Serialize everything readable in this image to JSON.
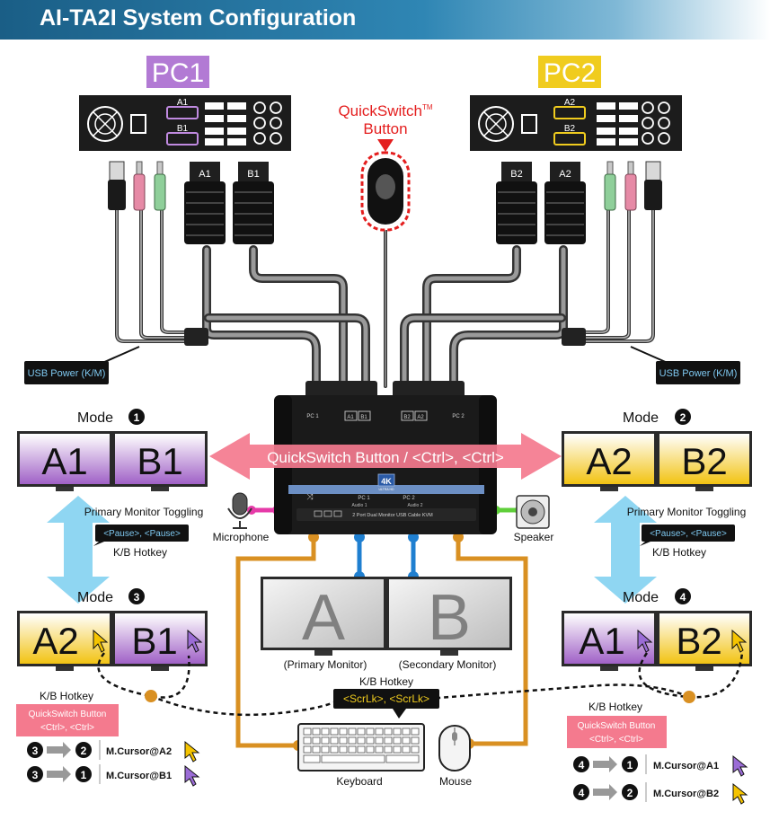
{
  "title": "AI-TA2I System Configuration",
  "pc1": {
    "label": "PC1",
    "ports": [
      "A1",
      "B1"
    ]
  },
  "pc2": {
    "label": "PC2",
    "ports": [
      "A2",
      "B2"
    ]
  },
  "connectors_pc1": [
    "A1",
    "B1"
  ],
  "connectors_pc2": [
    "B2",
    "A2"
  ],
  "quickswitch": {
    "line1": "QuickSwitch",
    "tm": "TM",
    "line2": "Button"
  },
  "usb_power_left": "USB Power (K/M)",
  "usb_power_right": "USB Power (K/M)",
  "center_arrow_text": "QuickSwitch Button / <Ctrl>, <Ctrl>",
  "kvm": {
    "pc1_label": "PC 1",
    "pc2_label": "PC 2",
    "port_a1": "A1",
    "port_b1": "B1",
    "port_b2": "B2",
    "port_a2": "A2",
    "badge_top": "4K",
    "badge_bottom": "ULTRA HD",
    "front_pc1": "PC 1",
    "front_pc2": "PC 2",
    "audio1": "Audio 1",
    "audio2": "Audio 2",
    "desc": "2 Port Dual Monitor USB Cable KVM"
  },
  "microphone": "Microphone",
  "speaker": "Speaker",
  "mode1": {
    "label": "Mode",
    "num": "1",
    "screens": [
      "A1",
      "B1"
    ]
  },
  "mode2": {
    "label": "Mode",
    "num": "2",
    "screens": [
      "A2",
      "B2"
    ]
  },
  "mode3": {
    "label": "Mode",
    "num": "3",
    "screens": [
      "A2",
      "B1"
    ]
  },
  "mode4": {
    "label": "Mode",
    "num": "4",
    "screens": [
      "A1",
      "B2"
    ]
  },
  "toggle_left": {
    "title": "Primary Monitor Toggling",
    "hotkey": "<Pause>, <Pause>",
    "caption": "K/B Hotkey"
  },
  "toggle_right": {
    "title": "Primary Monitor Toggling",
    "hotkey": "<Pause>, <Pause>",
    "caption": "K/B Hotkey"
  },
  "monitor_a": {
    "letter": "A",
    "caption": "(Primary Monitor)"
  },
  "monitor_b": {
    "letter": "B",
    "caption": "(Secondary Monitor)"
  },
  "kb_hotkey_center": {
    "caption": "K/B Hotkey",
    "keys": "<ScrLk>, <ScrLk>"
  },
  "keyboard": "Keyboard",
  "mouse": "Mouse",
  "left_panel": {
    "caption": "K/B Hotkey",
    "qs_line1": "QuickSwitch Button",
    "qs_line2": "<Ctrl>, <Ctrl>",
    "rows": [
      {
        "from": "3",
        "to": "2",
        "text": "M.Cursor@A2",
        "cursor_color": "#f5c400"
      },
      {
        "from": "3",
        "to": "1",
        "text": "M.Cursor@B1",
        "cursor_color": "#9b6cd6"
      }
    ]
  },
  "right_panel": {
    "caption": "K/B Hotkey",
    "qs_line1": "QuickSwitch Button",
    "qs_line2": "<Ctrl>, <Ctrl>",
    "rows": [
      {
        "from": "4",
        "to": "1",
        "text": "M.Cursor@A1",
        "cursor_color": "#9b6cd6"
      },
      {
        "from": "4",
        "to": "2",
        "text": "M.Cursor@B2",
        "cursor_color": "#f5c400"
      }
    ]
  },
  "colors": {
    "pc1_purple": "#b27ad4",
    "pc2_yellow": "#f0cc1e",
    "quickswitch_red": "#e41e1e",
    "arrow_pink": "#f47a8e",
    "arrow_blue": "#8fd6f2",
    "cable_orange": "#d99022",
    "cable_blue": "#1f7fd0",
    "hotkey_pink": "#f47a8e"
  }
}
